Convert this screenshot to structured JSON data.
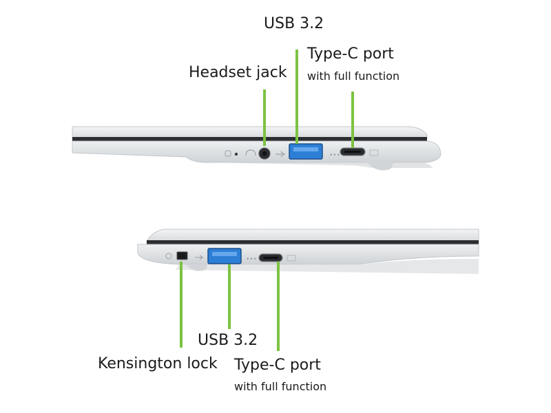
{
  "top_view": {
    "usb_label": "USB 3.2",
    "headset_label": "Headset jack",
    "typec_label": "Type-C port",
    "typec_sub": "with full function"
  },
  "bottom_view": {
    "usb_label": "USB 3.2",
    "kensington_label": "Kensington lock",
    "typec_label": "Type-C port",
    "typec_sub": "with full function"
  },
  "colors": {
    "callout_line": "#7cc242",
    "usb_port": "#2d7fd6",
    "laptop_body": "#e6e8ea",
    "laptop_edge": "#c9ccd0",
    "seam": "#2b2d31"
  },
  "icons": [
    "power-icon",
    "usb-icon",
    "headset-icon",
    "thunderbolt-icon"
  ]
}
